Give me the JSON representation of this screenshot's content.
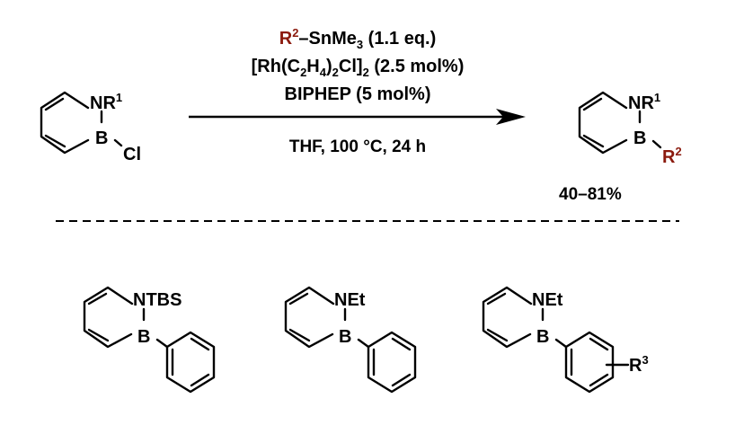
{
  "conditions": {
    "reagent_r": "R",
    "reagent_r_sup": "2",
    "reagent_rest": "–SnMe",
    "reagent_me_sub": "3",
    "reagent_eq": " (1.1 eq.)",
    "catalyst_p1": "[Rh(C",
    "catalyst_sub1": "2",
    "catalyst_p2": "H",
    "catalyst_sub2": "4",
    "catalyst_p3": ")",
    "catalyst_sub3": "2",
    "catalyst_p4": "Cl]",
    "catalyst_sub4": "2",
    "catalyst_p5": " (2.5 mol%)",
    "ligand": "BIPHEP (5 mol%)",
    "solvent_temp_time": "THF, 100 °C, 24 h"
  },
  "starting_material": {
    "n_label": "NR",
    "n_sup": "1",
    "b_label": "B",
    "cl_label": "Cl"
  },
  "product": {
    "n_label": "NR",
    "n_sup": "1",
    "b_label": "B",
    "r_label": "R",
    "r_sup": "2",
    "yield": "40–81%"
  },
  "examples": [
    {
      "n_label": "NTBS",
      "b_label": "B"
    },
    {
      "n_label": "NEt",
      "b_label": "B"
    },
    {
      "n_label": "NEt",
      "b_label": "B",
      "sub_label": "R",
      "sub_sup": "3"
    }
  ],
  "colors": {
    "highlight": "#8b1a0e",
    "ink": "#000000"
  }
}
